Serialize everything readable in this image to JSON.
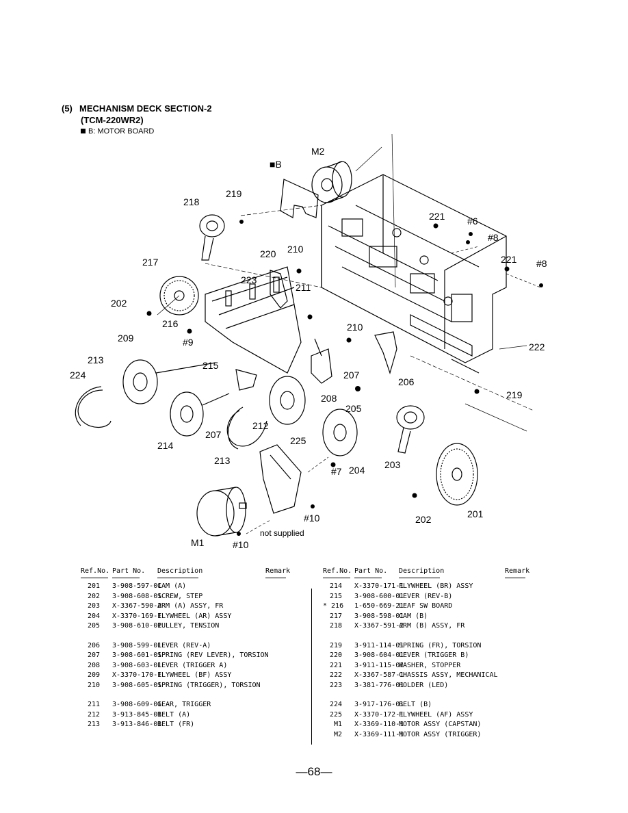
{
  "heading": {
    "number": "(5)",
    "title": "MECHANISM DECK SECTION-2",
    "model": "(TCM-220WR2)",
    "board_note": "B: MOTOR BOARD"
  },
  "diagram": {
    "callouts": {
      "M2": "M2",
      "B": "■B",
      "219a": "219",
      "218": "218",
      "221a": "221",
      "s6": "#6",
      "s8a": "#8",
      "220": "220",
      "210a": "210",
      "217": "217",
      "223": "223",
      "211": "211",
      "221b": "221",
      "s8b": "#8",
      "202a": "202",
      "216": "216",
      "s9": "#9",
      "209": "209",
      "210b": "210",
      "222": "222",
      "213a": "213",
      "224": "224",
      "215": "215",
      "207a": "207",
      "206": "206",
      "208": "208",
      "219b": "219",
      "205": "205",
      "214": "214",
      "207b": "207",
      "212": "212",
      "225": "225",
      "213b": "213",
      "s7": "#7",
      "204": "204",
      "203": "203",
      "s10a": "#10",
      "M1": "M1",
      "not_supplied": "not supplied",
      "s10b": "#10",
      "202b": "202",
      "201": "201"
    }
  },
  "table_headers": {
    "ref": "Ref.No.",
    "part": "Part No.",
    "desc": "Description",
    "remark": "Remark"
  },
  "left_groups": [
    [
      {
        "ref": "201",
        "part": "3-908-597-01",
        "desc": "CAM (A)"
      },
      {
        "ref": "202",
        "part": "3-908-608-01",
        "desc": "SCREW, STEP"
      },
      {
        "ref": "203",
        "part": "X-3367-590-2",
        "desc": "ARM (A) ASSY, FR"
      },
      {
        "ref": "204",
        "part": "X-3370-169-1",
        "desc": "FLYWHEEL (AR) ASSY"
      },
      {
        "ref": "205",
        "part": "3-908-610-01",
        "desc": "PULLEY, TENSION"
      }
    ],
    [
      {
        "ref": "206",
        "part": "3-908-599-01",
        "desc": "LEVER (REV-A)"
      },
      {
        "ref": "207",
        "part": "3-908-601-01",
        "desc": "SPRING (REV LEVER), TORSION"
      },
      {
        "ref": "208",
        "part": "3-908-603-01",
        "desc": "LEVER (TRIGGER A)"
      },
      {
        "ref": "209",
        "part": "X-3370-170-1",
        "desc": "FLYWHEEL (BF) ASSY"
      },
      {
        "ref": "210",
        "part": "3-908-605-01",
        "desc": "SPRING (TRIGGER), TORSION"
      }
    ],
    [
      {
        "ref": "211",
        "part": "3-908-609-01",
        "desc": "GEAR, TRIGGER"
      },
      {
        "ref": "212",
        "part": "3-913-845-01",
        "desc": "BELT (A)"
      },
      {
        "ref": "213",
        "part": "3-913-846-01",
        "desc": "BELT (FR)"
      }
    ]
  ],
  "right_groups": [
    [
      {
        "ref": "214",
        "part": "X-3370-171-1",
        "desc": "FLYWHEEL (BR) ASSY"
      },
      {
        "ref": "215",
        "part": "3-908-600-01",
        "desc": "LEVER (REV-B)"
      },
      {
        "ref": "* 216",
        "part": "1-650-669-21",
        "desc": "LEAF SW BOARD"
      },
      {
        "ref": "217",
        "part": "3-908-598-01",
        "desc": "CAM (B)"
      },
      {
        "ref": "218",
        "part": "X-3367-591-2",
        "desc": "ARM (B) ASSY, FR"
      }
    ],
    [
      {
        "ref": "219",
        "part": "3-911-114-01",
        "desc": "SPRING (FR), TORSION"
      },
      {
        "ref": "220",
        "part": "3-908-604-01",
        "desc": "LEVER (TRIGGER B)"
      },
      {
        "ref": "221",
        "part": "3-911-115-01",
        "desc": "WASHER, STOPPER"
      },
      {
        "ref": "222",
        "part": "X-3367-587-1",
        "desc": "CHASSIS ASSY, MECHANICAL"
      },
      {
        "ref": "223",
        "part": "3-381-776-01",
        "desc": "HOLDER (LED)"
      }
    ],
    [
      {
        "ref": "224",
        "part": "3-917-176-01",
        "desc": "BELT (B)"
      },
      {
        "ref": "225",
        "part": "X-3370-172-1",
        "desc": "FLYWHEEL (AF) ASSY"
      },
      {
        "ref": "M1",
        "part": "X-3369-110-1",
        "desc": "MOTOR ASSY (CAPSTAN)"
      },
      {
        "ref": "M2",
        "part": "X-3369-111-1",
        "desc": "MOTOR ASSY (TRIGGER)"
      }
    ]
  ],
  "page_number": "—68—"
}
